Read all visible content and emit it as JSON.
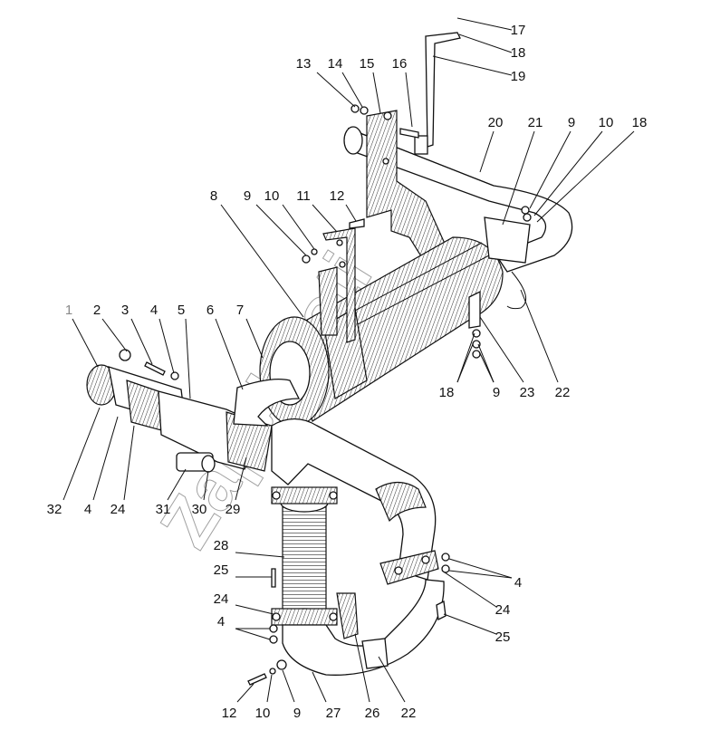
{
  "diagram": {
    "watermark": "Zapchasti",
    "callouts": [
      {
        "id": "c17",
        "text": "17"
      },
      {
        "id": "c18a",
        "text": "18"
      },
      {
        "id": "c19",
        "text": "19"
      },
      {
        "id": "c13",
        "text": "13"
      },
      {
        "id": "c14",
        "text": "14"
      },
      {
        "id": "c15",
        "text": "15"
      },
      {
        "id": "c16",
        "text": "16"
      },
      {
        "id": "c20",
        "text": "20"
      },
      {
        "id": "c21",
        "text": "21"
      },
      {
        "id": "c9a",
        "text": "9"
      },
      {
        "id": "c10a",
        "text": "10"
      },
      {
        "id": "c18b",
        "text": "18"
      },
      {
        "id": "c8",
        "text": "8"
      },
      {
        "id": "c9b",
        "text": "9"
      },
      {
        "id": "c10b",
        "text": "10"
      },
      {
        "id": "c11",
        "text": "11"
      },
      {
        "id": "c12a",
        "text": "12"
      },
      {
        "id": "c1",
        "text": "1"
      },
      {
        "id": "c2",
        "text": "2"
      },
      {
        "id": "c3",
        "text": "3"
      },
      {
        "id": "c4a",
        "text": "4"
      },
      {
        "id": "c5",
        "text": "5"
      },
      {
        "id": "c6",
        "text": "6"
      },
      {
        "id": "c7",
        "text": "7"
      },
      {
        "id": "c18c",
        "text": "18"
      },
      {
        "id": "c9c",
        "text": "9"
      },
      {
        "id": "c23",
        "text": "23"
      },
      {
        "id": "c22a",
        "text": "22"
      },
      {
        "id": "c32",
        "text": "32"
      },
      {
        "id": "c4b",
        "text": "4"
      },
      {
        "id": "c24a",
        "text": "24"
      },
      {
        "id": "c31",
        "text": "31"
      },
      {
        "id": "c30",
        "text": "30"
      },
      {
        "id": "c29",
        "text": "29"
      },
      {
        "id": "c28",
        "text": "28"
      },
      {
        "id": "c25a",
        "text": "25"
      },
      {
        "id": "c24b",
        "text": "24"
      },
      {
        "id": "c4c",
        "text": "4"
      },
      {
        "id": "c4d",
        "text": "4"
      },
      {
        "id": "c24c",
        "text": "24"
      },
      {
        "id": "c25b",
        "text": "25"
      },
      {
        "id": "c12b",
        "text": "12"
      },
      {
        "id": "c10c",
        "text": "10"
      },
      {
        "id": "c9d",
        "text": "9"
      },
      {
        "id": "c27",
        "text": "27"
      },
      {
        "id": "c26",
        "text": "26"
      },
      {
        "id": "c22b",
        "text": "22"
      }
    ]
  }
}
